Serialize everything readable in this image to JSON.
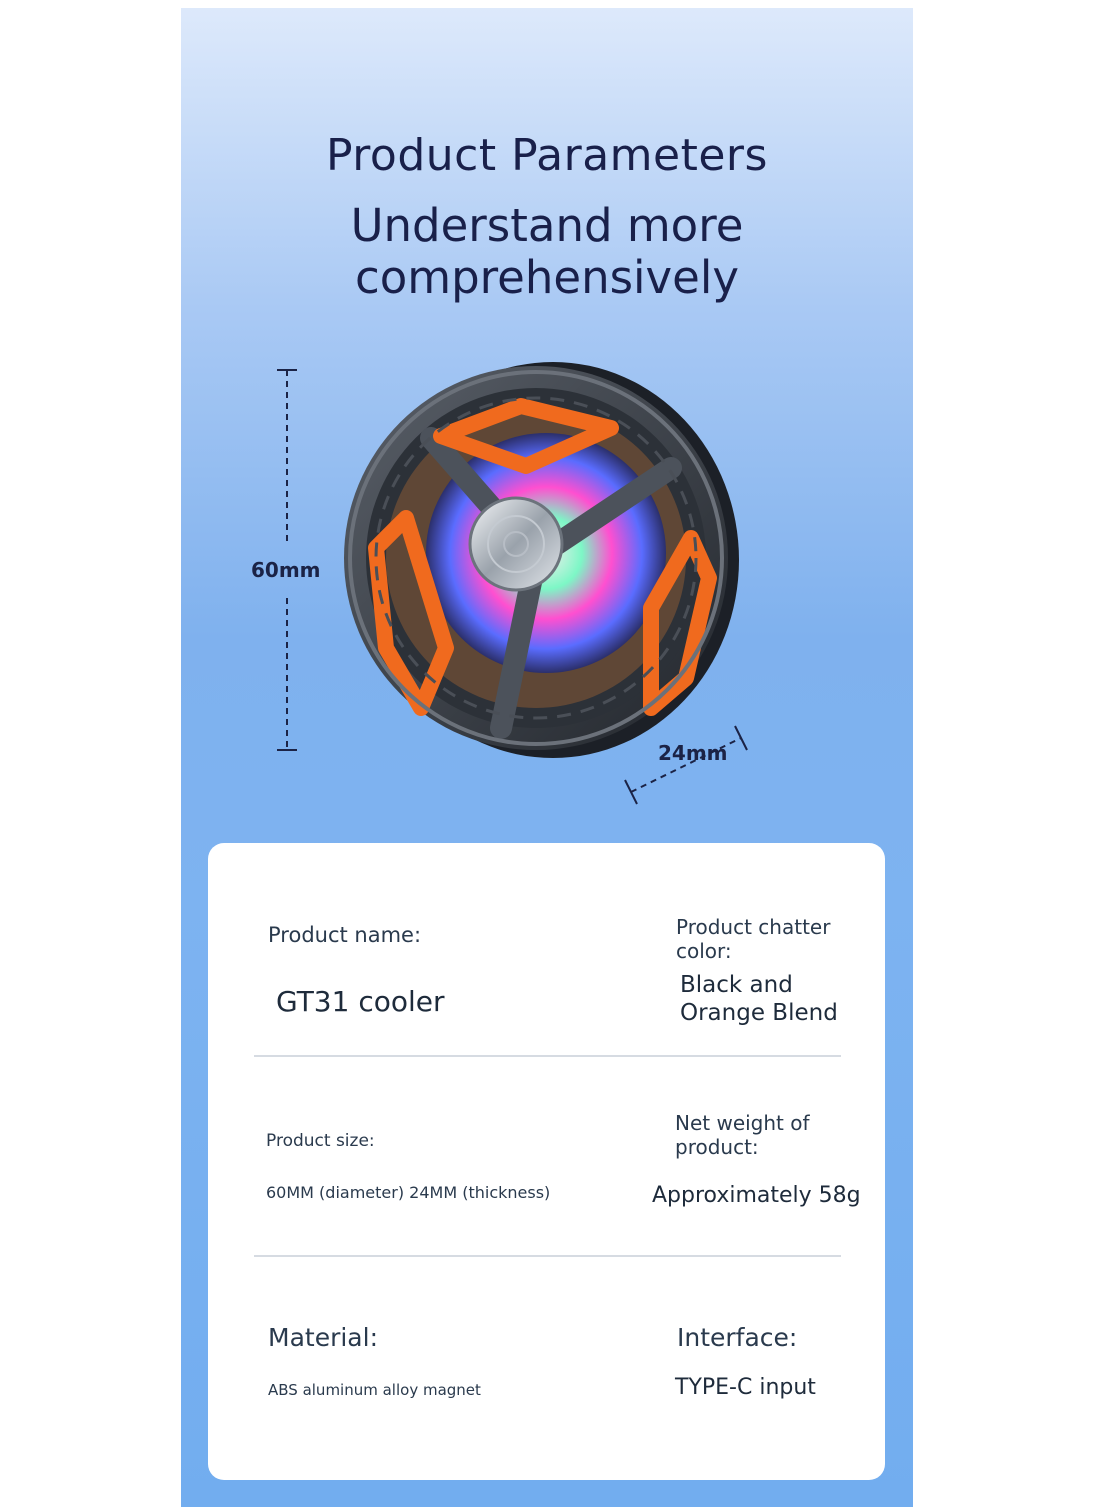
{
  "header": {
    "title": "Product Parameters",
    "subtitle_line1": "Understand more",
    "subtitle_line2": "comprehensively"
  },
  "dimensions": {
    "height_label": "60mm",
    "depth_label": "24mm"
  },
  "specs": {
    "product_name_label": "Product name:",
    "product_name_value": "GT31 cooler",
    "color_label_line1": "Product chatter",
    "color_label_line2": "color:",
    "color_value_line1": "Black and",
    "color_value_line2": "Orange Blend",
    "size_label": "Product size:",
    "size_value": "60MM (diameter) 24MM (thickness)",
    "weight_label_line1": "Net weight of",
    "weight_label_line2": "product:",
    "weight_value": "Approximately 58g",
    "material_label": "Material:",
    "material_value": "ABS aluminum alloy magnet",
    "interface_label": "Interface:",
    "interface_value": "TYPE-C input"
  },
  "colors": {
    "accent_orange": "#f06a1e",
    "frame_gray": "#3a3f48",
    "heading_navy": "#19204a"
  }
}
